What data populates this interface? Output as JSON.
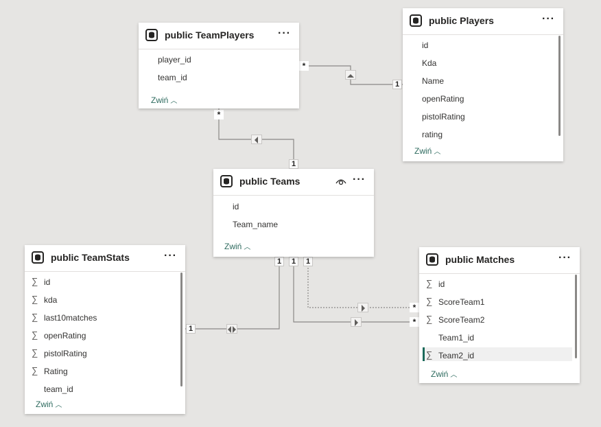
{
  "collapse_label": "Zwiń",
  "cards": {
    "teamplayers": {
      "title": "public TeamPlayers",
      "fields": [
        "player_id",
        "team_id"
      ]
    },
    "players": {
      "title": "public Players",
      "fields": [
        "id",
        "Kda",
        "Name",
        "openRating",
        "pistolRating",
        "rating"
      ]
    },
    "teams": {
      "title": "public Teams",
      "fields": [
        "id",
        "Team_name"
      ]
    },
    "teamstats": {
      "title": "public TeamStats",
      "fields": [
        "id",
        "kda",
        "last10matches",
        "openRating",
        "pistolRating",
        "Rating",
        "team_id"
      ]
    },
    "matches": {
      "title": "public Matches",
      "fields": [
        "id",
        "ScoreTeam1",
        "ScoreTeam2",
        "Team1_id",
        "Team2_id"
      ]
    }
  },
  "cardinality": {
    "many": "*",
    "one": "1"
  },
  "icons": {
    "table": "database-icon",
    "more": "more-options-icon",
    "visibility": "eye-icon",
    "sum": "sigma-icon",
    "collapse": "chevron-up-icon"
  },
  "colors": {
    "background": "#e6e5e3",
    "accent": "#1b6a5a",
    "collapse_text": "#2d6a5e"
  }
}
